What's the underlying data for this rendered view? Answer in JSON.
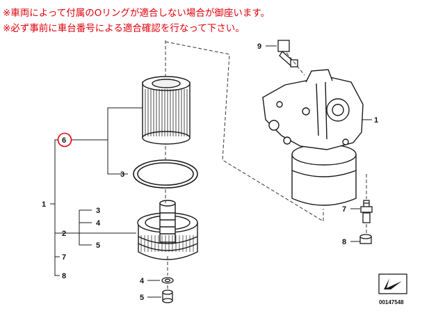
{
  "notes": [
    "※車両によって付属のOリングが適合しない場合が御座います。",
    "※必ず事前に車台番号による適合確認を行なって下さい。"
  ],
  "callouts": {
    "c9": "9",
    "c1_right": "1",
    "c6": "6",
    "c3_top": "3",
    "c1_left": "1",
    "c2": "2",
    "c3_mid": "3",
    "c4_mid": "4",
    "c5_mid": "5",
    "c7_left": "7",
    "c8_left": "8",
    "c4_bottom": "4",
    "c5_bottom": "5",
    "c7_right": "7",
    "c8_right": "8"
  },
  "reference_number": "00147548",
  "colors": {
    "note_text": "#e0000b",
    "highlight_circle": "#e0000b",
    "line_art": "#1a1a1a"
  }
}
